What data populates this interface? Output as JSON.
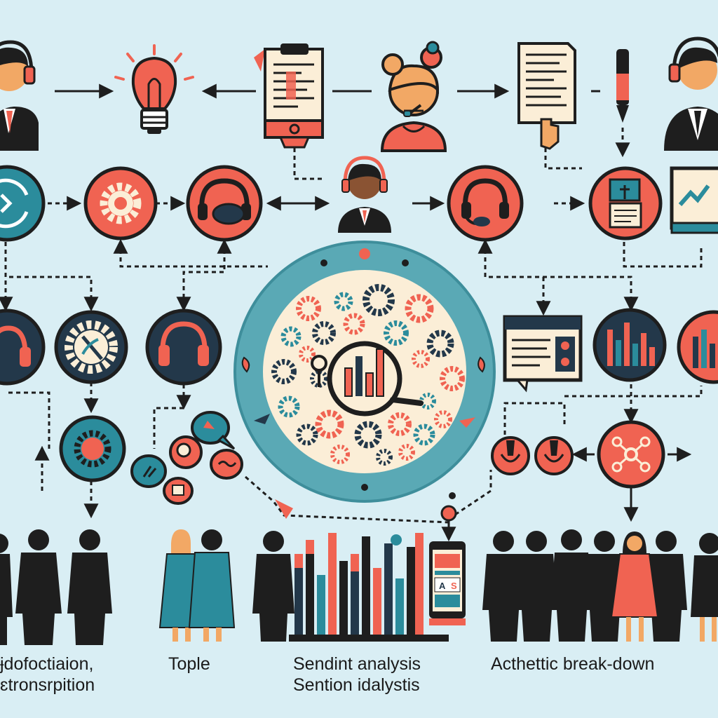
{
  "palette": {
    "background": "#d9eef4",
    "coral": "#f06352",
    "teal": "#2b8c9c",
    "dark": "#1e1e1e",
    "navy": "#23384a",
    "skin": "#f2a865",
    "cream": "#fbeed7"
  },
  "icons": {
    "top_row": [
      "headset-agent-icon",
      "lightbulb-icon",
      "clipboard-document-icon",
      "customer-headset-icon",
      "document-icon",
      "pen-icon",
      "headset-agent-icon"
    ],
    "second_row": [
      "refresh-arrows-icon",
      "gear-icon",
      "headset-icon",
      "agent-icon",
      "headset-icon",
      "document-icon",
      "monitor-chart-icon"
    ],
    "third_row": [
      "headphones-icon",
      "gear-brush-icon",
      "headphones-icon",
      "chat-window-icon",
      "bar-chart-icon",
      "bar-chart-icon"
    ],
    "center": "gears-magnifier-chart-icon"
  },
  "labels": {
    "col1_line1": "ɉdofoctiaion,",
    "col1_line2": "ɛtronsrpition",
    "col2_line1": "Tople",
    "col3_line1": "Sendint analysis",
    "col3_line2": "Sention idalystis",
    "col4_line1": "Acthettic break-down"
  }
}
